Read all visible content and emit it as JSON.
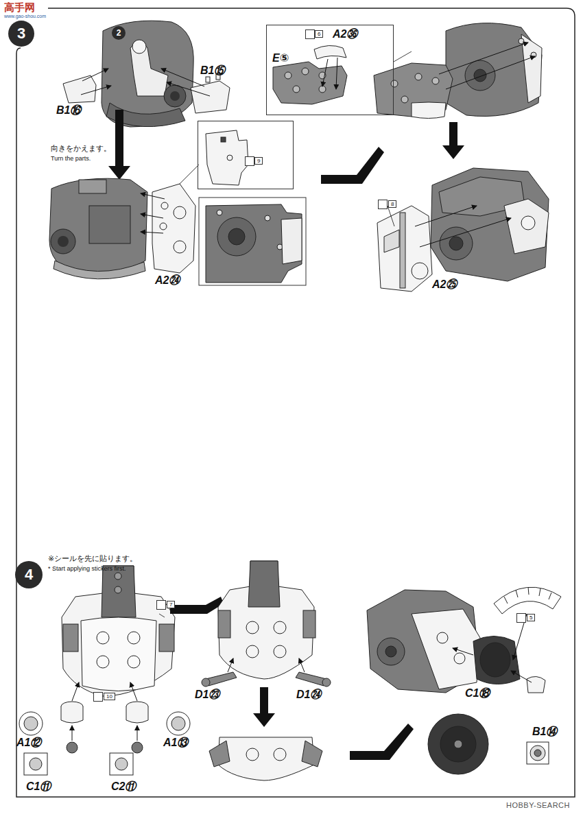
{
  "diagram": {
    "nodes": [
      {
        "text": [
          "3"
        ]
      },
      {
        "text": [
          "2"
        ]
      },
      {
        "text": [
          "9"
        ]
      },
      {
        "text": [
          "6",
          "A2㊱",
          "E⑤"
        ]
      },
      {
        "text": [
          "4"
        ]
      }
    ],
    "labels": [
      "高手网",
      "www.gao-shou.com",
      "B1⑯",
      "B1⑮",
      "向きをかえます。",
      "Turn the parts.",
      "A2㉔",
      "8",
      "A2㉕",
      "※シールを先に貼ります。",
      "* Start applying stickers first.",
      "7",
      "10",
      "A1⑫",
      "A1⑬",
      "C1⑪",
      "C2⑪",
      "D1㉓",
      "D1㉔",
      "5",
      "C1⑱",
      "B1⑭",
      "HOBBY-SEARCH"
    ]
  }
}
